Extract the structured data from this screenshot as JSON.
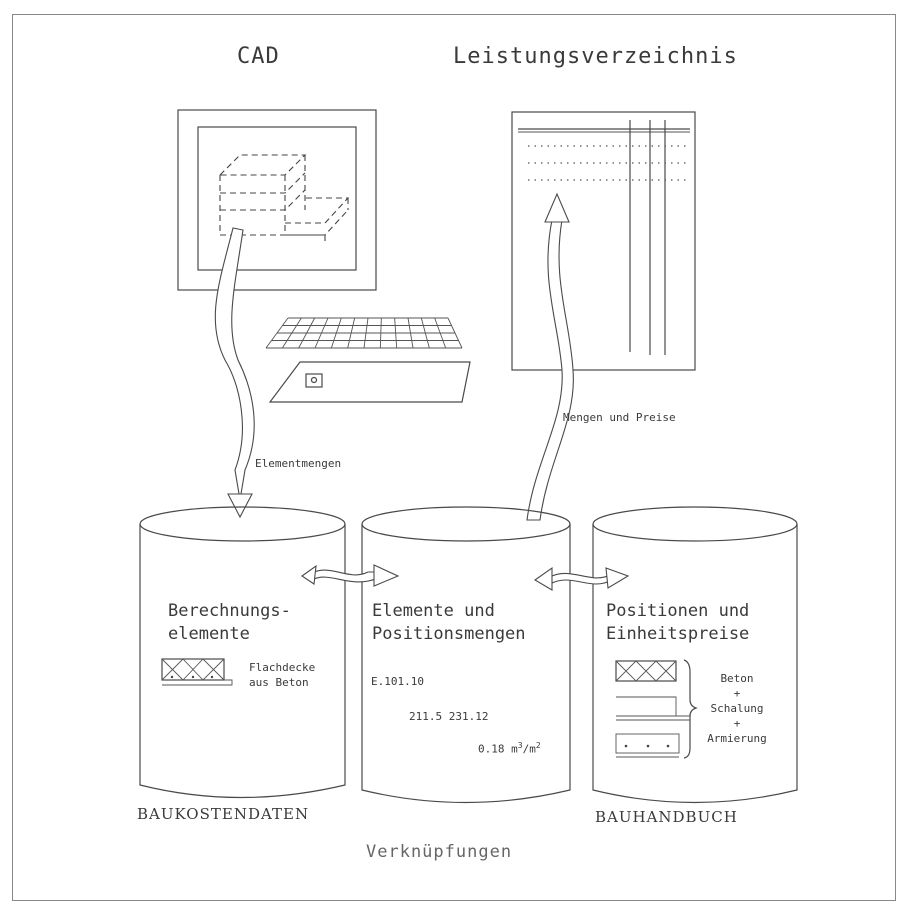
{
  "titles": {
    "cad": "CAD",
    "lv": "Leistungsverzeichnis"
  },
  "flows": {
    "elementmengen": "Elementmengen",
    "mengen_preise": "Mengen und Preise"
  },
  "cylinders": {
    "left": {
      "heading": [
        "Berechnungs-",
        "elemente"
      ],
      "example": [
        "Flachdecke",
        "aus Beton"
      ]
    },
    "middle": {
      "heading": [
        "Elemente und",
        "Positionsmengen"
      ],
      "code": "E.101.10",
      "numbers": "211.5 231.12",
      "ratio": "0.18 m",
      "ratio_exp1": "3",
      "ratio_mid": "/m",
      "ratio_exp2": "2"
    },
    "right": {
      "heading": [
        "Positionen und",
        "Einheitspreise"
      ],
      "items": [
        "Beton",
        "+",
        "Schalung",
        "+",
        "Armierung"
      ]
    }
  },
  "bottom_labels": {
    "left": "BAUKOSTENDATEN",
    "right": "BAUHANDBUCH",
    "center": "Verknüpfungen"
  }
}
